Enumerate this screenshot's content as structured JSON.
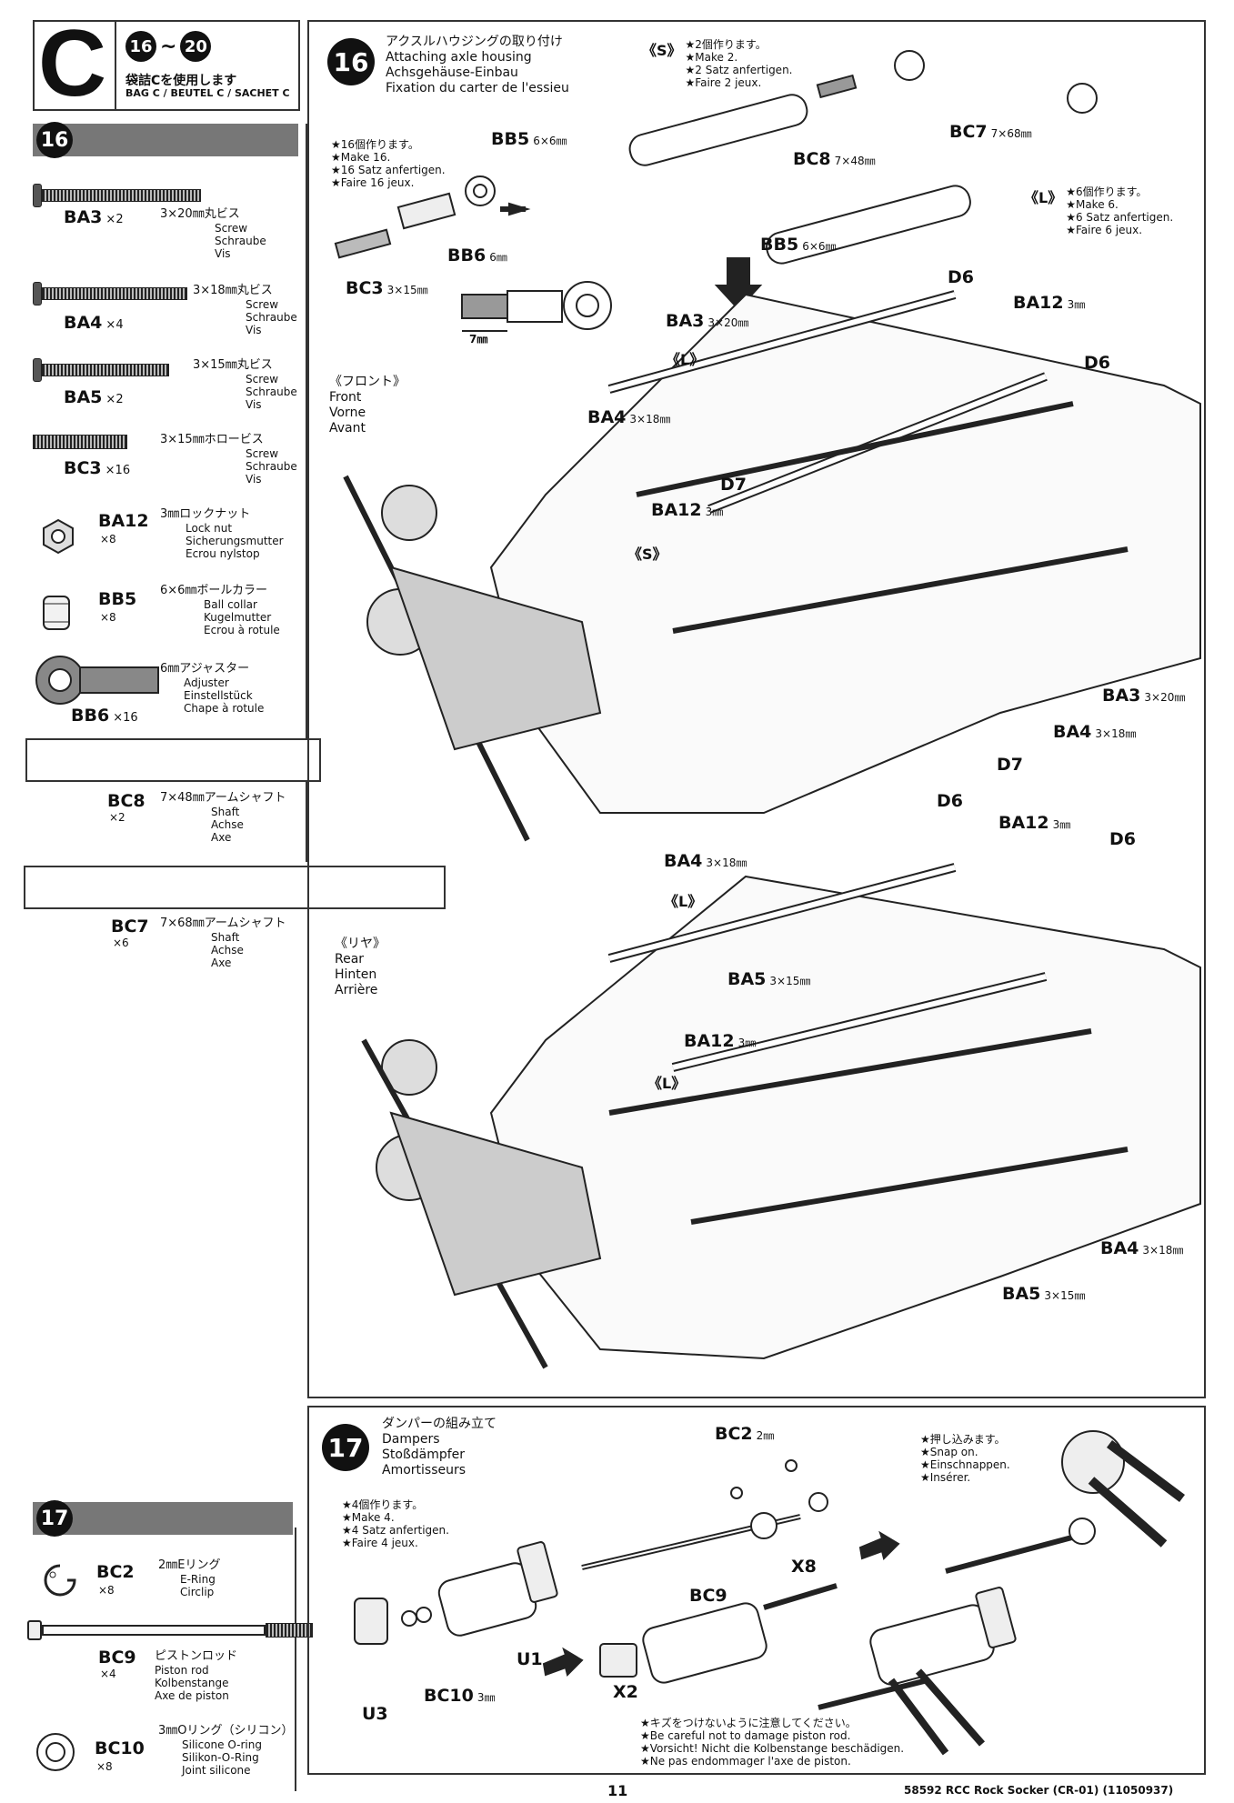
{
  "header": {
    "bag_letter": "C",
    "steps_from": "16",
    "steps_tilde": "~",
    "steps_to": "20",
    "bag_jp": "袋詰Cを使用します",
    "bag_multi": "BAG C / BEUTEL C / SACHET C"
  },
  "parts16": {
    "step": "16",
    "items": [
      {
        "code": "BA3",
        "qty": "×2",
        "jp": "3×20㎜丸ビス",
        "en": "Screw",
        "de": "Schraube",
        "fr": "Vis"
      },
      {
        "code": "BA4",
        "qty": "×4",
        "jp": "3×18㎜丸ビス",
        "en": "Screw",
        "de": "Schraube",
        "fr": "Vis"
      },
      {
        "code": "BA5",
        "qty": "×2",
        "jp": "3×15㎜丸ビス",
        "en": "Screw",
        "de": "Schraube",
        "fr": "Vis"
      },
      {
        "code": "BC3",
        "qty": "×16",
        "jp": "3×15㎜ホロービス",
        "en": "Screw",
        "de": "Schraube",
        "fr": "Vis"
      },
      {
        "code": "BA12",
        "qty": "×8",
        "jp": "3㎜ロックナット",
        "en": "Lock nut",
        "de": "Sicherungsmutter",
        "fr": "Ecrou nylstop"
      },
      {
        "code": "BB5",
        "qty": "×8",
        "jp": "6×6㎜ボールカラー",
        "en": "Ball collar",
        "de": "Kugelmutter",
        "fr": "Ecrou à rotule"
      },
      {
        "code": "BB6",
        "qty": "×16",
        "jp": "6㎜アジャスター",
        "en": "Adjuster",
        "de": "Einstellstück",
        "fr": "Chape à rotule"
      },
      {
        "code": "BC8",
        "qty": "×2",
        "jp": "7×48㎜アームシャフト",
        "en": "Shaft",
        "de": "Achse",
        "fr": "Axe"
      },
      {
        "code": "BC7",
        "qty": "×6",
        "jp": "7×68㎜アームシャフト",
        "en": "Shaft",
        "de": "Achse",
        "fr": "Axe"
      }
    ]
  },
  "parts17": {
    "step": "17",
    "items": [
      {
        "code": "BC2",
        "qty": "×8",
        "jp": "2㎜Eリング",
        "en": "E-Ring",
        "de": "Circlip"
      },
      {
        "code": "BC9",
        "qty": "×4",
        "jp": "ピストンロッド",
        "en": "Piston rod",
        "de": "Kolbenstange",
        "fr": "Axe de piston"
      },
      {
        "code": "BC10",
        "qty": "×8",
        "jp": "3㎜Oリング（シリコン）",
        "en": "Silicone O-ring",
        "de": "Silikon-O-Ring",
        "fr": "Joint silicone"
      }
    ]
  },
  "step16": {
    "num": "16",
    "jp": "アクスルハウジングの取り付け",
    "en": "Attaching axle housing",
    "de": "Achsgehäuse-Einbau",
    "fr": "Fixation du carter de l'essieu",
    "make16": [
      "★16個作ります。",
      "★Make 16.",
      "★16 Satz anfertigen.",
      "★Faire 16 jeux."
    ],
    "s_mark": "《S》",
    "make2": [
      "★2個作ります。",
      "★Make 2.",
      "★2 Satz anfertigen.",
      "★Faire 2 jeux."
    ],
    "l_mark": "《L》",
    "make6": [
      "★6個作ります。",
      "★Make 6.",
      "★6 Satz anfertigen.",
      "★Faire 6 jeux."
    ],
    "front": [
      "《フロント》",
      "Front",
      "Vorne",
      "Avant"
    ],
    "rear": [
      "《リヤ》",
      "Rear",
      "Hinten",
      "Arrière"
    ],
    "dim7": "7㎜",
    "labels": {
      "bb5": "BB5",
      "bb5_size": "6×6㎜",
      "bc8": "BC8",
      "bc8_size": "7×48㎜",
      "bc7": "BC7",
      "bc7_size": "7×68㎜",
      "bb6": "BB6",
      "bb6_size": "6㎜",
      "bc3": "BC3",
      "bc3_size": "3×15㎜",
      "ba3": "BA3",
      "ba3_size": "3×20㎜",
      "ba4": "BA4",
      "ba4_size": "3×18㎜",
      "ba5": "BA5",
      "ba5_size": "3×15㎜",
      "ba12": "BA12",
      "ba12_size": "3㎜",
      "d6": "D6",
      "d7": "D7",
      "s": "《S》",
      "l": "《L》"
    }
  },
  "step17": {
    "num": "17",
    "jp": "ダンパーの組み立て",
    "en": "Dampers",
    "de": "Stoßdämpfer",
    "fr": "Amortisseurs",
    "make4": [
      "★4個作ります。",
      "★Make 4.",
      "★4 Satz anfertigen.",
      "★Faire 4 jeux."
    ],
    "snap": [
      "★押し込みます。",
      "★Snap on.",
      "★Einschnappen.",
      "★Insérer."
    ],
    "careful": [
      "★キズをつけないように注意してください。",
      "★Be careful not to damage piston rod.",
      "★Vorsicht! Nicht die Kolbenstange beschädigen.",
      "★Ne pas endommager l'axe de piston."
    ],
    "labels": {
      "bc2": "BC2",
      "bc2_size": "2㎜",
      "x8": "X8",
      "bc9": "BC9",
      "u1": "U1",
      "u3": "U3",
      "bc10": "BC10",
      "bc10_size": "3㎜",
      "x2": "X2"
    }
  },
  "footer": {
    "page": "11",
    "model": "58592 RCC Rock Socker (CR-01) (11050937)"
  }
}
